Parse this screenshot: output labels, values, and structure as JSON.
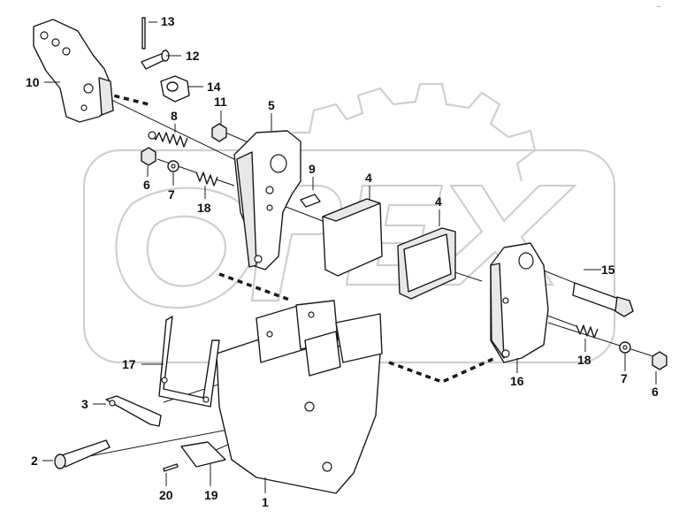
{
  "diagram": {
    "watermark": "OPEX",
    "corner_code": "***",
    "callouts": [
      {
        "id": "c13",
        "label": "13"
      },
      {
        "id": "c12",
        "label": "12"
      },
      {
        "id": "c14",
        "label": "14"
      },
      {
        "id": "c10",
        "label": "10"
      },
      {
        "id": "c11",
        "label": "11"
      },
      {
        "id": "c5",
        "label": "5"
      },
      {
        "id": "c8",
        "label": "8"
      },
      {
        "id": "c6a",
        "label": "6"
      },
      {
        "id": "c7a",
        "label": "7"
      },
      {
        "id": "c18a",
        "label": "18"
      },
      {
        "id": "c9",
        "label": "9"
      },
      {
        "id": "c4a",
        "label": "4"
      },
      {
        "id": "c4b",
        "label": "4"
      },
      {
        "id": "c15",
        "label": "15"
      },
      {
        "id": "c18b",
        "label": "18"
      },
      {
        "id": "c7b",
        "label": "7"
      },
      {
        "id": "c6b",
        "label": "6"
      },
      {
        "id": "c16",
        "label": "16"
      },
      {
        "id": "c17",
        "label": "17"
      },
      {
        "id": "c3",
        "label": "3"
      },
      {
        "id": "c2",
        "label": "2"
      },
      {
        "id": "c20",
        "label": "20"
      },
      {
        "id": "c19",
        "label": "19"
      },
      {
        "id": "c1",
        "label": "1"
      }
    ]
  }
}
